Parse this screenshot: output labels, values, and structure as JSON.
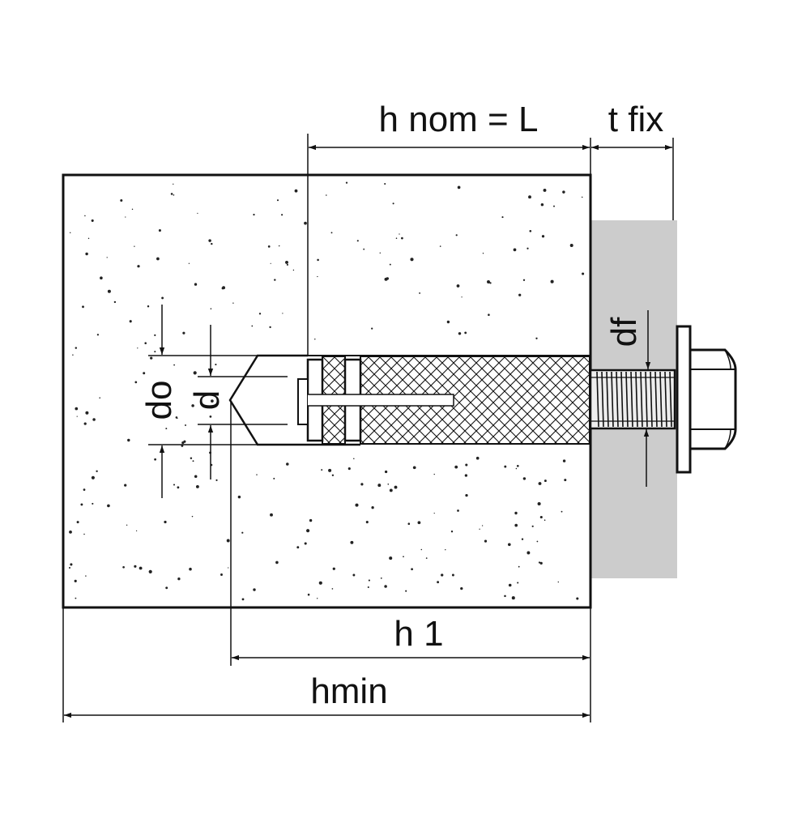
{
  "labels": {
    "h_nom": "h nom = L",
    "t_fix": "t fix",
    "df": "df",
    "do": "do",
    "d": "d",
    "h1": "h 1",
    "hmin": "hmin"
  },
  "colors": {
    "line": "#111111",
    "background": "#ffffff",
    "fixture": "#cccccc",
    "bolt_fill": "#eeeeee",
    "speckle": "#222222"
  }
}
